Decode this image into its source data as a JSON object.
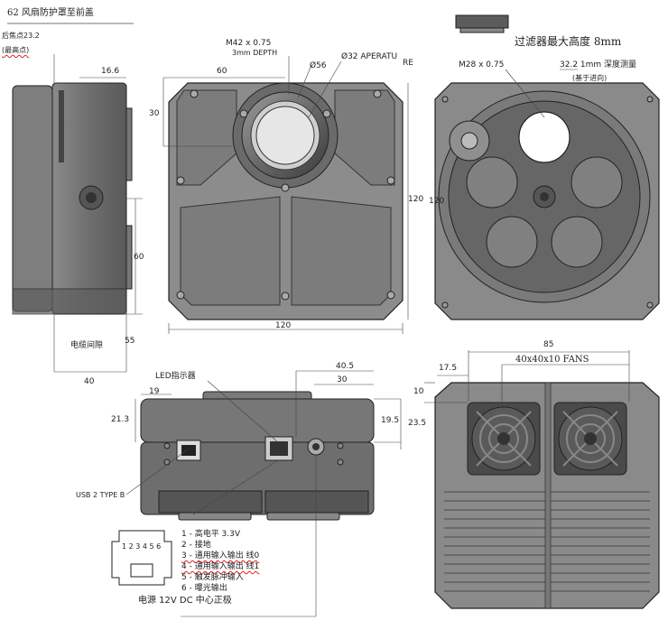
{
  "top_view": {
    "fan_guard_label": "62 风扇防护罩至前盖",
    "back_focus_label": "后焦点23.2",
    "back_focus_note": "(最高点)",
    "filter_height_note": "过滤器最大高度 8mm"
  },
  "side_view": {
    "dim_16_6": "16.6",
    "dim_60": "60",
    "dim_55": "55",
    "dim_40": "40",
    "cable_clearance": "电缆间隙"
  },
  "front_view": {
    "thread": "M42 x 0.75",
    "thread_depth": "3mm DEPTH",
    "aperture": "Ø32 APERATU",
    "aperture_tail": "RE",
    "dia_56": "Ø56",
    "dim_60": "60",
    "dim_30": "30",
    "dim_120_w": "120",
    "dim_120_h": "120"
  },
  "filter_view": {
    "thread": "M28 x 0.75",
    "depth": "32.2 1mm  深度测量",
    "depth_note": "(基于进向)",
    "dim_120": "120"
  },
  "rear_view": {
    "led_label": "LED指示器",
    "usb_label": "USB 2 TYPE B",
    "dim_40_5": "40.5",
    "dim_30": "30",
    "dim_19": "19",
    "dim_21_3": "21.3",
    "dim_19_5": "19.5",
    "dim_23_5": "23.5"
  },
  "connector": {
    "pin_numbers": "1 2 3 4 5 6",
    "pins": [
      "1 - 高电平 3.3V",
      "2 - 接地",
      "3 - 通用输入输出 线0",
      "4 - 通用输入输出  线1",
      "5 - 触发脉冲输入",
      "6 - 曝光输出"
    ],
    "power": "电源  12V DC  中心正极"
  },
  "fan_view": {
    "dim_85": "85",
    "fans": "40x40x10 FANS",
    "dim_17_5": "17.5",
    "dim_10": "10"
  }
}
